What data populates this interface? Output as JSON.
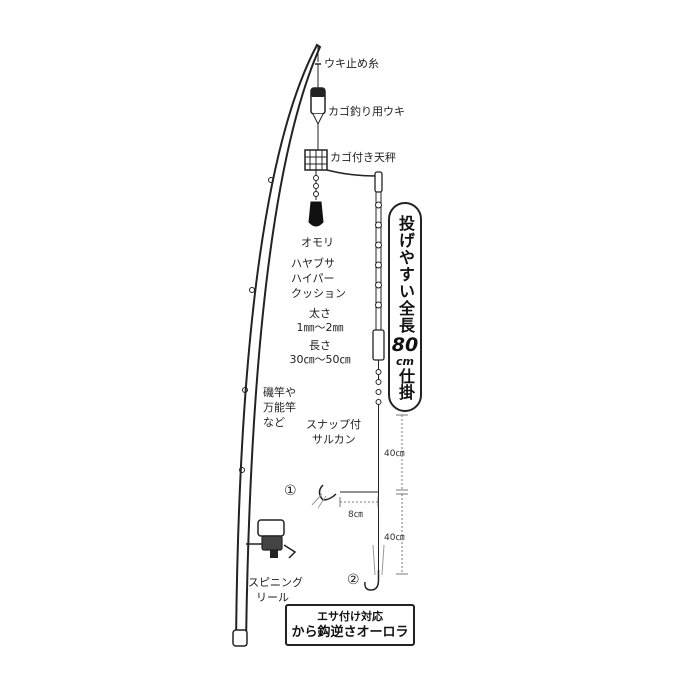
{
  "labels": {
    "uki_dome": "ウキ止め糸",
    "kago_uki": "カゴ釣り用ウキ",
    "kago_tenbin": "カゴ付き天秤",
    "omori": "オモリ",
    "line_line1": "ハヤブサ",
    "line_line2": "ハイパー",
    "line_line3": "クッション",
    "thickness_label": "太さ",
    "thickness_value": "1㎜〜2㎜",
    "length_label": "長さ",
    "length_value": "30㎝〜50㎝",
    "rod_line1": "磯竿や",
    "rod_line2": "万能竿",
    "rod_line3": "など",
    "snap_line1": "スナップ付",
    "snap_line2": "サルカン",
    "reel_line1": "スピニング",
    "reel_line2": "リール"
  },
  "measurements": {
    "upper_leader": "40㎝",
    "branch": "8㎝",
    "lower_leader": "40㎝"
  },
  "markers": {
    "hook1": "①",
    "hook2": "②"
  },
  "callout_vertical": {
    "part1": "投げやすい全長",
    "number": "80",
    "unit": "cm",
    "part2": "仕掛"
  },
  "callout_bottom": {
    "line1": "エサ付け対応",
    "line2": "から鈎逆さオーロラ"
  }
}
